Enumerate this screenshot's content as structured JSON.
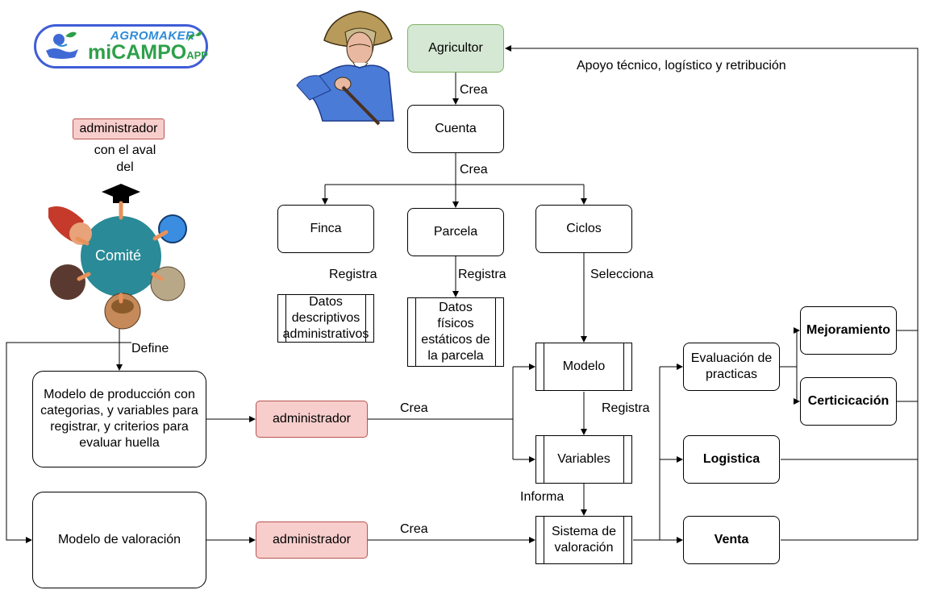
{
  "logo": {
    "brand_top": "AGROMAKER",
    "brand_main": "miCAMPO",
    "brand_suffix": "APP"
  },
  "committee": {
    "role": "administrador",
    "line1": "con el aval",
    "line2": "del",
    "center_label": "Comité"
  },
  "nodes": {
    "agricultor": "Agricultor",
    "cuenta": "Cuenta",
    "finca": "Finca",
    "parcela": "Parcela",
    "ciclos": "Ciclos",
    "datos_desc": "Datos descriptivos administrativos",
    "datos_fis": "Datos físicos estáticos de la parcela",
    "modelo": "Modelo",
    "variables": "Variables",
    "sistema": "Sistema de valoración",
    "modelo_prod": "Modelo de producción con categorias, y variables para registrar, y criterios para evaluar huella",
    "modelo_val": "Modelo de valoración",
    "admin1": "administrador",
    "admin2": "administrador",
    "evaluacion": "Evaluación de practicas",
    "mejoramiento": "Mejoramiento",
    "certificacion": "Certicicación",
    "logistica": "Logistica",
    "venta": "Venta"
  },
  "edge_labels": {
    "crea_cuenta": "Crea",
    "crea_subs": "Crea",
    "registra_finca": "Registra",
    "registra_parcela": "Registra",
    "selecciona": "Selecciona",
    "define": "Define",
    "crea_admin1": "Crea",
    "crea_admin2": "Crea",
    "registra_vars": "Registra",
    "informa": "Informa",
    "apoyo": "Apoyo técnico, logístico y retribución"
  },
  "colors": {
    "green_fill": "#d5e8d4",
    "green_stroke": "#82b366",
    "pink_fill": "#f8cecc",
    "pink_stroke": "#b85450",
    "committee": "#2a8a97"
  }
}
